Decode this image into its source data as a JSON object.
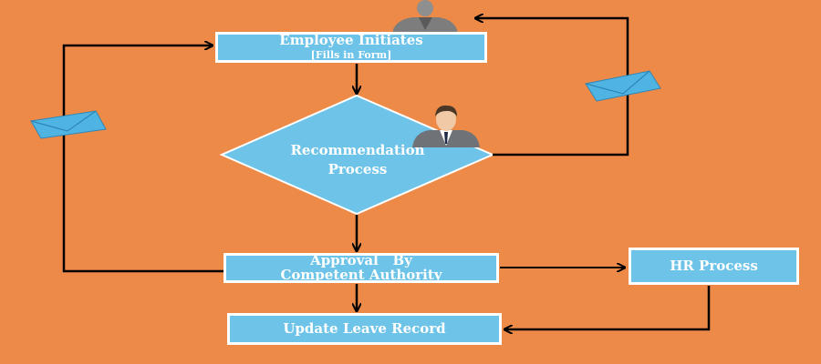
{
  "diagram": {
    "nodes": {
      "employee_initiates": {
        "title": "Employee Initiates",
        "subtitle": "[Fills in Form]"
      },
      "recommendation": {
        "line1": "Recommendation",
        "line2": "Process"
      },
      "approval": {
        "line1": "Approval   By",
        "line2": "Competent Authority"
      },
      "hr_process": {
        "label": "HR Process"
      },
      "update_leave": {
        "label": "Update Leave Record"
      }
    },
    "icons": [
      "person-icon",
      "person-icon",
      "envelope-icon",
      "envelope-icon"
    ],
    "colors": {
      "background": "#EE8A48",
      "node_fill": "#6EC3E8",
      "node_border": "#FFFFFF",
      "line": "#000000",
      "envelope": "#4FB4E2"
    }
  }
}
